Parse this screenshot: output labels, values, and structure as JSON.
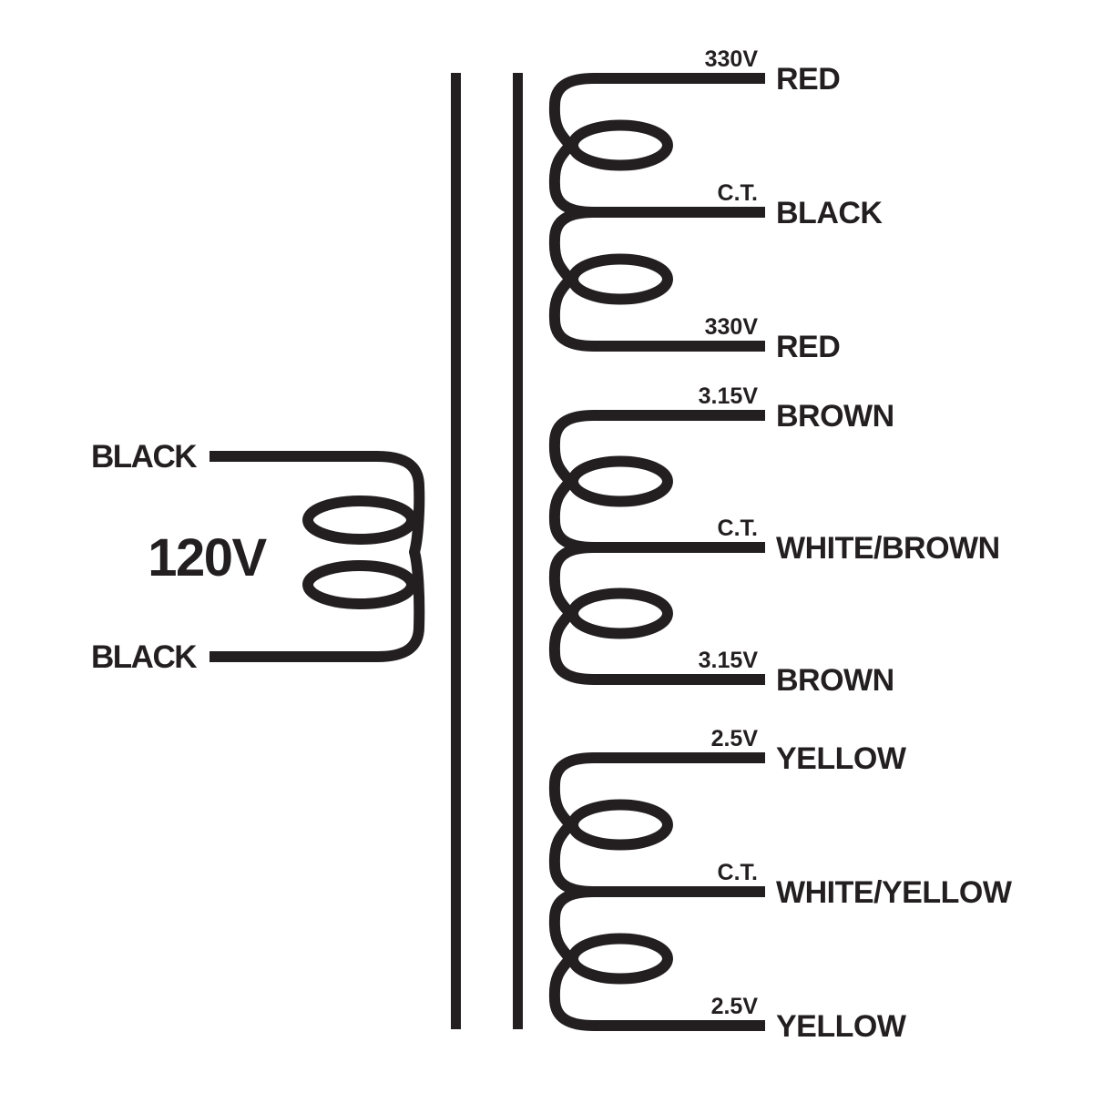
{
  "colors": {
    "line": "#231f20",
    "background": "#ffffff"
  },
  "primary": {
    "voltage": "120V",
    "leads": [
      {
        "wire": "BLACK"
      },
      {
        "wire": "BLACK"
      }
    ]
  },
  "secondaries": [
    {
      "leads": [
        {
          "tap": "330V",
          "wire": "RED"
        },
        {
          "tap": "C.T.",
          "wire": "BLACK"
        },
        {
          "tap": "330V",
          "wire": "RED"
        }
      ]
    },
    {
      "leads": [
        {
          "tap": "3.15V",
          "wire": "BROWN"
        },
        {
          "tap": "C.T.",
          "wire": "WHITE/BROWN"
        },
        {
          "tap": "3.15V",
          "wire": "BROWN"
        }
      ]
    },
    {
      "leads": [
        {
          "tap": "2.5V",
          "wire": "YELLOW"
        },
        {
          "tap": "C.T.",
          "wire": "WHITE/YELLOW"
        },
        {
          "tap": "2.5V",
          "wire": "YELLOW"
        }
      ]
    }
  ]
}
